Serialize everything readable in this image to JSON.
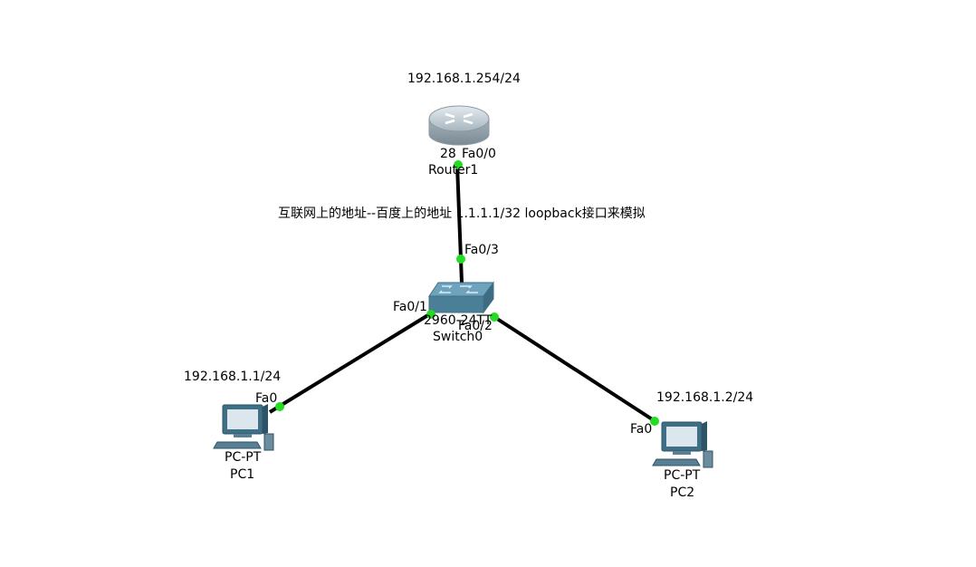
{
  "topology": {
    "router": {
      "model": "28",
      "name": "Router1",
      "ip": "192.168.1.254/24",
      "port": "Fa0/0"
    },
    "switch": {
      "model": "2960-24TT",
      "name": "Switch0",
      "port_uplink": "Fa0/3",
      "port_pc1": "Fa0/1",
      "port_pc2": "Fa0/2"
    },
    "pc1": {
      "model": "PC-PT",
      "name": "PC1",
      "ip": "192.168.1.1/24",
      "port": "Fa0"
    },
    "pc2": {
      "model": "PC-PT",
      "name": "PC2",
      "ip": "192.168.1.2/24",
      "port": "Fa0"
    },
    "note": "互联网上的地址--百度上的地址 1.1.1.1/32  loopback接口来模拟"
  },
  "colors": {
    "link": "#000000",
    "link_up": "#22dd22",
    "device_blue": "#5b8fa8",
    "router_gray": "#b9c6cf"
  },
  "icons": {
    "router": "router-icon",
    "switch": "switch-icon",
    "pc": "pc-icon"
  }
}
